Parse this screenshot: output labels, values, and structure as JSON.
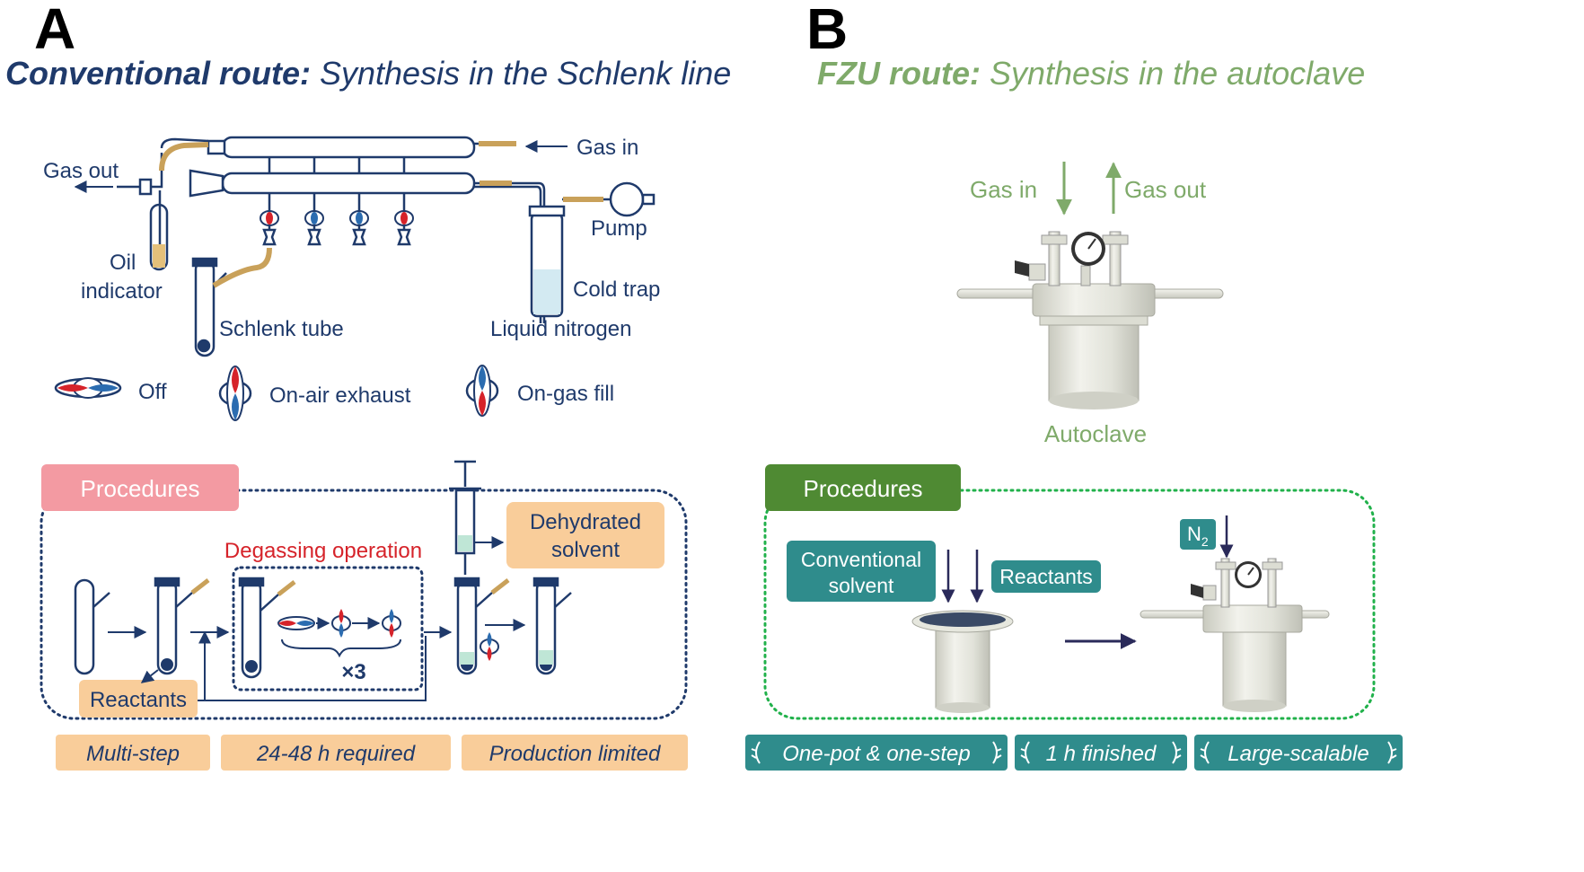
{
  "panel_a": {
    "letter": "A",
    "title_bold": "Conventional route:",
    "title_rest": " Synthesis in the Schlenk line",
    "labels": {
      "gas_out": "Gas out",
      "gas_in": "Gas in",
      "pump": "Pump",
      "oil_indicator_1": "Oil",
      "oil_indicator_2": "indicator",
      "cold_trap": "Cold trap",
      "schlenk_tube": "Schlenk tube",
      "liquid_nitrogen": "Liquid nitrogen"
    },
    "legend": {
      "off": "Off",
      "on_air_exhaust": "On-air exhaust",
      "on_gas_fill": "On-gas fill"
    },
    "procedures": {
      "title": "Procedures",
      "degassing": "Degassing operation",
      "repeat": "×3",
      "dehydrated_1": "Dehydrated",
      "dehydrated_2": "solvent",
      "reactants": "Reactants"
    },
    "tags": [
      "Multi-step",
      "24-48 h required",
      "Production limited"
    ]
  },
  "panel_b": {
    "letter": "B",
    "title_bold": "FZU route:",
    "title_rest": " Synthesis in the autoclave",
    "labels": {
      "gas_in": "Gas in",
      "gas_out": "Gas out",
      "autoclave": "Autoclave"
    },
    "procedures": {
      "title": "Procedures",
      "conventional_1": "Conventional",
      "conventional_2": "solvent",
      "reactants": "Reactants",
      "n2": "N",
      "n2_sub": "2"
    },
    "tags": [
      "One-pot & one-step",
      "1 h finished",
      "Large-scalable"
    ]
  },
  "colors": {
    "navy": "#1f3a6b",
    "green_text": "#7faa6a",
    "valve_red": "#d6232a",
    "valve_blue": "#2b6cb0",
    "orange_box": "#f9cd9a",
    "pink_box": "#f39aa2",
    "dark_green_box": "#4f8a33",
    "teal_box": "#2f8c8c",
    "dotted_green": "#21b14b"
  }
}
